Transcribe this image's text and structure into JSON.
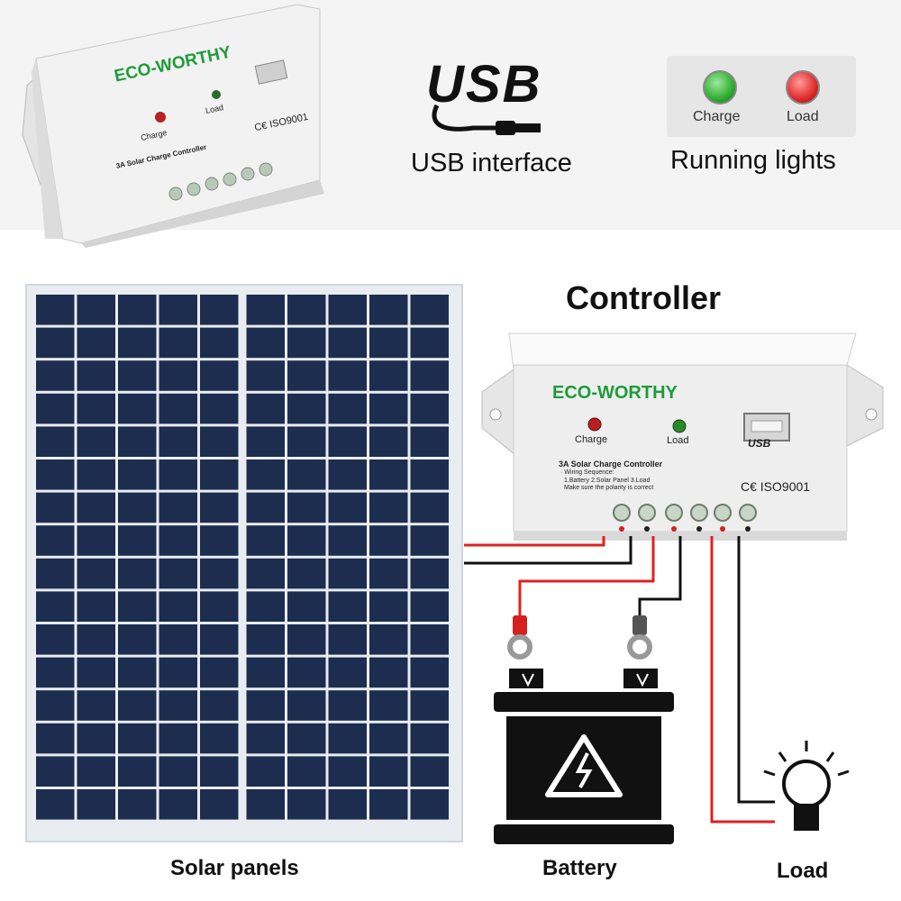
{
  "top": {
    "usb_logo_text": "USB",
    "usb_caption": "USB interface",
    "running_lights_caption": "Running lights",
    "lights": [
      {
        "label": "Charge",
        "color": "#2fae2f"
      },
      {
        "label": "Load",
        "color": "#e02a2a"
      }
    ]
  },
  "controller": {
    "heading": "Controller",
    "brand": "ECO-WORTHY",
    "charge_label": "Charge",
    "load_label": "Load",
    "model": "3A Solar Charge Controller",
    "wiring_title": "· Wiring Sequence:",
    "wiring_steps": "1.Battery  2.Solar Panel  3.Load",
    "wiring_note": "Make sure the polarity is correct",
    "cert": "C€ ISO9001",
    "usb_port_text": "USB"
  },
  "labels": {
    "solar_panels": "Solar panels",
    "battery": "Battery",
    "load": "Load"
  },
  "colors": {
    "brand_green": "#1e9b3a",
    "wire_red": "#e02020",
    "wire_black": "#111111",
    "panel_cell": "#1d2d4f"
  }
}
